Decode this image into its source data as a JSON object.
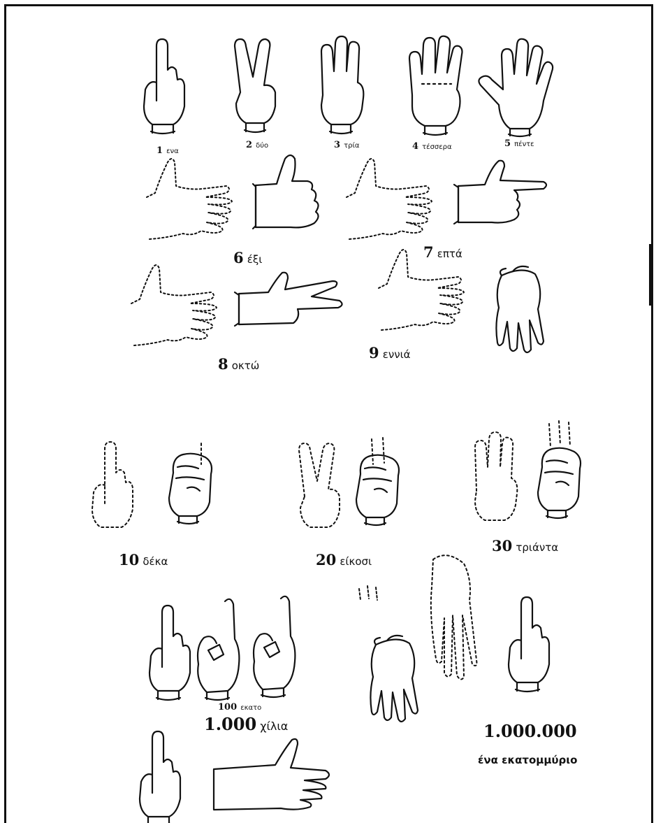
{
  "numbers": [
    {
      "num": "1",
      "word": "ενα"
    },
    {
      "num": "2",
      "word": "δύο"
    },
    {
      "num": "3",
      "word": "τρία"
    },
    {
      "num": "4",
      "word": "τέσσερα"
    },
    {
      "num": "5",
      "word": "πέντε"
    },
    {
      "num": "6",
      "word": "έξι"
    },
    {
      "num": "7",
      "word": "επτά"
    },
    {
      "num": "8",
      "word": "οκτώ"
    },
    {
      "num": "9",
      "word": "εννιά"
    },
    {
      "num": "10",
      "word": "δέκα"
    },
    {
      "num": "20",
      "word": "είκοσι"
    },
    {
      "num": "30",
      "word": "τριάντα"
    },
    {
      "num": "100",
      "word": "εκατο"
    },
    {
      "num": "1.000",
      "word": "χίλια"
    },
    {
      "num": "1.000.000",
      "word": "ένα εκατομμύριο"
    }
  ],
  "colors": {
    "ink": "#111111",
    "background": "#ffffff"
  },
  "icons": [
    "hand-one-finger-icon",
    "hand-two-fingers-icon",
    "hand-three-fingers-icon",
    "hand-four-fingers-icon",
    "hand-five-fingers-icon",
    "hand-thumb-icon",
    "hand-point-icon",
    "hand-two-sideways-icon",
    "hand-down-icon",
    "hand-flat-icon"
  ]
}
